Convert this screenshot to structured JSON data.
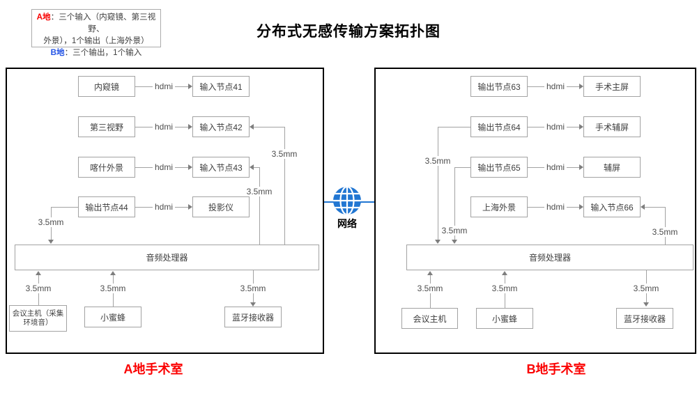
{
  "title": "分布式无感传输方案拓扑图",
  "legend": {
    "a_label": "A地",
    "a_line1": "：三个输入（内窥镜、第三视野、",
    "a_line2": "外景），1个输出（上海外景）",
    "b_label": "B地",
    "b_line": "：三个输出，1个输入"
  },
  "network": {
    "label": "网络"
  },
  "connection_labels": {
    "hdmi": "hdmi",
    "audio_35mm": "3.5mm"
  },
  "colors": {
    "accent_blue": "#2176d2",
    "site_label_red": "#fb0000",
    "legend_a_red": "#f80000",
    "legend_b_blue": "#2353e5"
  },
  "site_a": {
    "caption": "A地手术室",
    "video_rows": [
      {
        "left": "内窥镜",
        "right": "输入节点41"
      },
      {
        "left": "第三视野",
        "right": "输入节点42"
      },
      {
        "left": "喀什外景",
        "right": "输入节点43"
      },
      {
        "left": "输出节点44",
        "right": "投影仪"
      }
    ],
    "audio_processor": "音频处理器",
    "audio_devices": [
      "会议主机（采集环境音）",
      "小蜜蜂",
      "蓝牙接收器"
    ]
  },
  "site_b": {
    "caption": "B地手术室",
    "video_rows": [
      {
        "left": "输出节点63",
        "right": "手术主屏"
      },
      {
        "left": "输出节点64",
        "right": "手术辅屏"
      },
      {
        "left": "输出节点65",
        "right": "辅屏"
      },
      {
        "left": "上海外景",
        "right": "输入节点66"
      }
    ],
    "audio_processor": "音频处理器",
    "audio_devices": [
      "会议主机",
      "小蜜蜂",
      "蓝牙接收器"
    ]
  }
}
